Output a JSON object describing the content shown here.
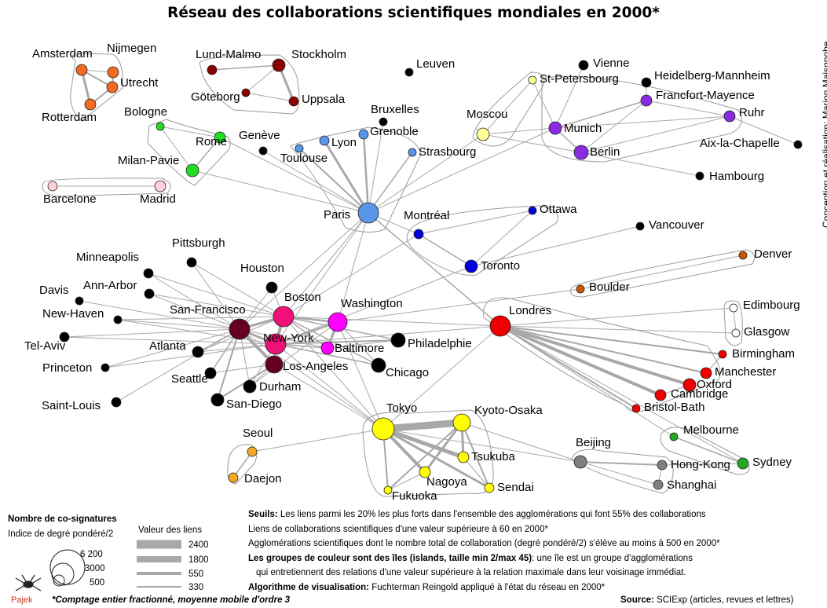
{
  "title": "Réseau des collaborations scientifiques mondiales en 2000*",
  "credit": "Conception et réalisation: Marion Maisonobe",
  "cities": {
    "amsterdam": "Amsterdam",
    "nijmegen": "Nijmegen",
    "utrecht": "Utrecht",
    "rotterdam": "Rotterdam",
    "lund": "Lund-Malmo",
    "stockholm": "Stockholm",
    "goteborg": "Göteborg",
    "uppsala": "Uppsala",
    "bologne": "Bologne",
    "rome": "Rome",
    "milan": "Milan-Pavie",
    "barcelone": "Barcelone",
    "madrid": "Madrid",
    "geneve": "Genève",
    "toulouse": "Toulouse",
    "lyon": "Lyon",
    "grenoble": "Grenoble",
    "strasbourg": "Strasbourg",
    "paris": "Paris",
    "leuven": "Leuven",
    "bruxelles": "Bruxelles",
    "moscou": "Moscou",
    "stpetersbourg": "St-Petersbourg",
    "vienne": "Vienne",
    "heidelberg": "Heidelberg-Mannheim",
    "francfort": "Francfort-Mayence",
    "munich": "Munich",
    "ruhr": "Ruhr",
    "berlin": "Berlin",
    "aix": "Aix-la-Chapelle",
    "hambourg": "Hambourg",
    "montreal": "Montréal",
    "ottawa": "Ottawa",
    "toronto": "Toronto",
    "vancouver": "Vancouver",
    "denver": "Denver",
    "boulder": "Boulder",
    "pittsburgh": "Pittsburgh",
    "minneapolis": "Minneapolis",
    "houston": "Houston",
    "annarbor": "Ann-Arbor",
    "davis": "Davis",
    "boston": "Boston",
    "newhaven": "New-Haven",
    "sanfrancisco": "San-Francisco",
    "washington": "Washington",
    "telaviv": "Tel-Aviv",
    "atlanta": "Atlanta",
    "newyork": "New-York",
    "baltimore": "Baltimore",
    "philadelphia": "Philadelphie",
    "princeton": "Princeton",
    "losangeles": "Los-Angeles",
    "seattle": "Seattle",
    "chicago": "Chicago",
    "durham": "Durham",
    "saintlouis": "Saint-Louis",
    "sandiego": "San-Diego",
    "londres": "Londres",
    "edimbourg": "Edimbourg",
    "glasgow": "Glasgow",
    "birmingham": "Birmingham",
    "manchester": "Manchester",
    "oxford": "Oxford",
    "cambridge": "Cambridge",
    "bristol": "Bristol-Bath",
    "tokyo": "Tokyo",
    "kyoto": "Kyoto-Osaka",
    "tsukuba": "Tsukuba",
    "nagoya": "Nagoya",
    "sendai": "Sendai",
    "fukuoka": "Fukuoka",
    "seoul": "Seoul",
    "daejon": "Daejon",
    "beijing": "Beijing",
    "hongkong": "Hong-Kong",
    "shanghai": "Shanghai",
    "melbourne": "Melbourne",
    "sydney": "Sydney"
  },
  "legend": {
    "nodes_title": "Nombre de co-signatures",
    "nodes_subtitle": "Indice de degré pondéré/2",
    "node_values": [
      "6 200",
      "3000",
      "500"
    ],
    "links_title": "Valeur des liens",
    "link_values": [
      "2400",
      "1800",
      "550",
      "330"
    ]
  },
  "notes": {
    "seuils_label": "Seuils:",
    "seuils_text": " Les liens parmi les 20% les plus forts dans l'ensemble des agglomérations qui font 55% des collaborations",
    "line2": "Liens de collaborations scientifiques d'une valeur supérieure à 60 en 2000*",
    "line3": "Agglomérations scientifiques dont le nombre total de collaboration (degré pondéré/2) s'élève au moins à 500 en 2000*",
    "groups_label": "Les groupes de couleur sont des îles (islands, taille min 2/max 45)",
    "groups_text": ": une île est un groupe d'agglomérations",
    "line5": "qui entretiennent des relations d'une valeur supérieure à la relation maximale dans leur voisinage immédiat.",
    "algo_label": "Algorithme de visualisation:",
    "algo_text": " Fuchterman Reingold appliqué à l'état du réseau en 2000*"
  },
  "footnote": "*Comptage entier fractionné, moyenne mobile d'ordre 3",
  "source_label": "Source:",
  "source_text": " SCIExp (articles, revues et lettres)",
  "pajek": "Pajek"
}
